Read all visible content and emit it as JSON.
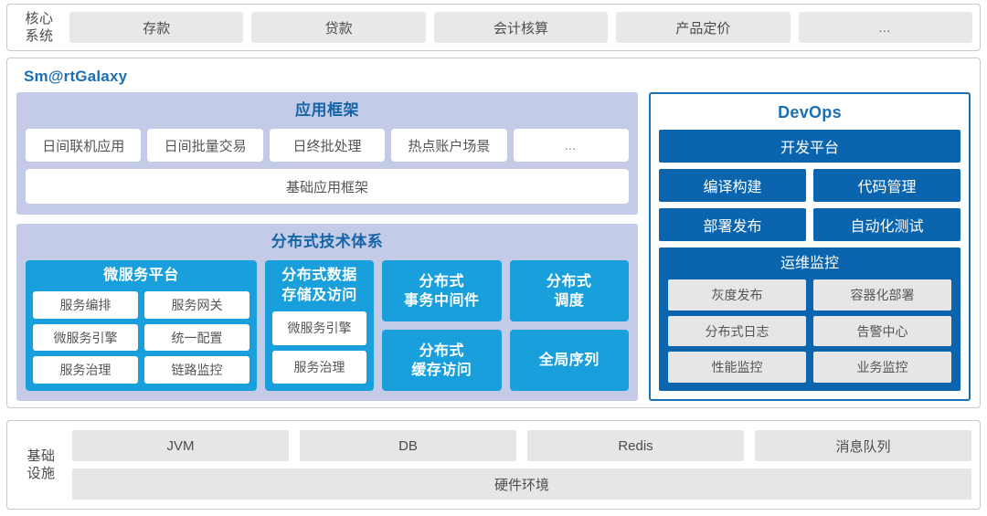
{
  "core_systems": {
    "label": "核心\n系统",
    "label_line1": "核心",
    "label_line2": "系统",
    "tabs": [
      {
        "label": "存款"
      },
      {
        "label": "贷款"
      },
      {
        "label": "会计核算"
      },
      {
        "label": "产品定价"
      },
      {
        "label": "…"
      }
    ]
  },
  "galaxy": {
    "title": "Sm@rtGalaxy",
    "title_color": "#1a6fb5",
    "app_framework": {
      "title": "应用框架",
      "title_color": "#1464a8",
      "background": "#c3cbe6",
      "chips": [
        {
          "label": "日间联机应用"
        },
        {
          "label": "日间批量交易"
        },
        {
          "label": "日终批处理"
        },
        {
          "label": "热点账户场景"
        },
        {
          "label": "…"
        }
      ],
      "base_bar": "基础应用框架"
    },
    "distributed": {
      "title": "分布式技术体系",
      "title_color": "#1464a8",
      "background": "#c3cbe6",
      "accent": "#19a0dc",
      "microservice_platform": {
        "title": "微服务平台",
        "chips": [
          [
            "服务编排",
            "服务网关"
          ],
          [
            "微服务引擎",
            "统一配置"
          ],
          [
            "服务治理",
            "链路监控"
          ]
        ]
      },
      "data_storage": {
        "title_line1": "分布式数据",
        "title_line2": "存储及访问",
        "chips": [
          "微服务引擎",
          "服务治理"
        ]
      },
      "solid_boxes": [
        {
          "line1": "分布式",
          "line2": "事务中间件"
        },
        {
          "line1": "分布式",
          "line2": "调度"
        },
        {
          "line1": "分布式",
          "line2": "缓存访问"
        },
        {
          "line1": "全局序列",
          "line2": ""
        }
      ]
    },
    "devops": {
      "title": "DevOps",
      "title_color": "#1a6fb5",
      "accent": "#0b65ae",
      "platform_bar": "开发平台",
      "rows": [
        [
          "编译构建",
          "代码管理"
        ],
        [
          "部署发布",
          "自动化测试"
        ]
      ],
      "monitor": {
        "title": "运维监控",
        "chips": [
          [
            "灰度发布",
            "容器化部署"
          ],
          [
            "分布式日志",
            "告警中心"
          ],
          [
            "性能监控",
            "业务监控"
          ]
        ]
      }
    }
  },
  "infrastructure": {
    "label_line1": "基础",
    "label_line2": "设施",
    "cells": [
      {
        "label": "JVM"
      },
      {
        "label": "DB"
      },
      {
        "label": "Redis"
      },
      {
        "label": "消息队列"
      }
    ],
    "wide": "硬件环境"
  }
}
